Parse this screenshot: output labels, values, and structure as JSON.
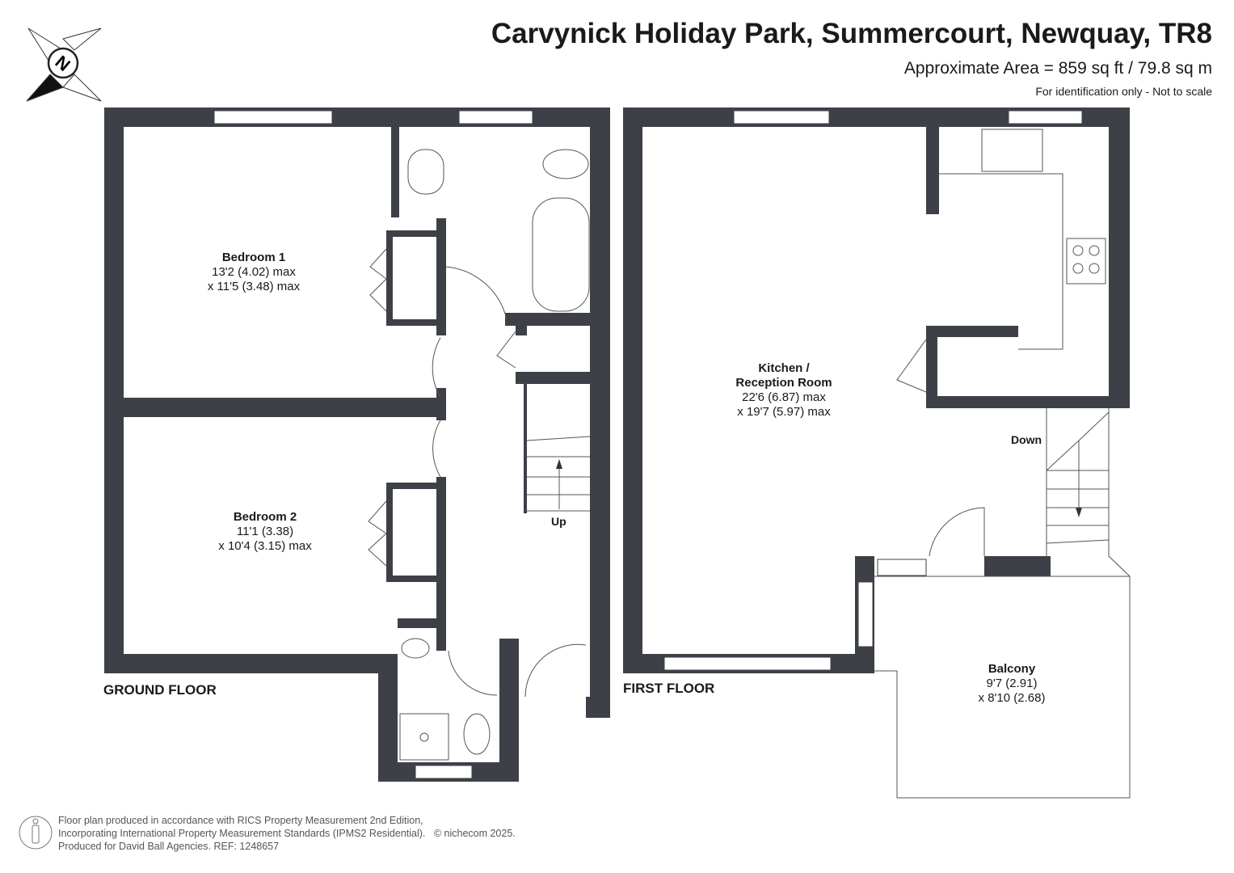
{
  "header": {
    "title": "Carvynick Holiday Park, Summercourt, Newquay, TR8",
    "area": "Approximate Area = 859 sq ft / 79.8 sq m",
    "note": "For identification only - Not to scale"
  },
  "compass": {
    "label": "N"
  },
  "ground_floor": {
    "label": "GROUND FLOOR",
    "rooms": [
      {
        "name": "Bedroom 1",
        "dim1": "13'2 (4.02) max",
        "dim2": "x 11'5 (3.48) max"
      },
      {
        "name": "Bedroom 2",
        "dim1": "11'1 (3.38)",
        "dim2": "x 10'4 (3.15) max"
      }
    ],
    "stairs_label": "Up"
  },
  "first_floor": {
    "label": "FIRST FLOOR",
    "rooms": [
      {
        "name": "Kitchen /",
        "name2": "Reception Room",
        "dim1": "22'6 (6.87) max",
        "dim2": "x 19'7 (5.97) max"
      },
      {
        "name": "Balcony",
        "dim1": "9'7 (2.91)",
        "dim2": "x 8'10 (2.68)"
      }
    ],
    "stairs_label": "Down"
  },
  "footer": {
    "line1": "Floor plan produced in accordance with RICS Property Measurement 2nd Edition,",
    "line2": "Incorporating International Property Measurement Standards (IPMS2 Residential).",
    "copyright": "© nichecom 2025.",
    "line3": "Produced for David Ball Agencies.   REF:  1248657"
  },
  "colors": {
    "wall": "#3d4047",
    "text": "#1a1a1a"
  }
}
